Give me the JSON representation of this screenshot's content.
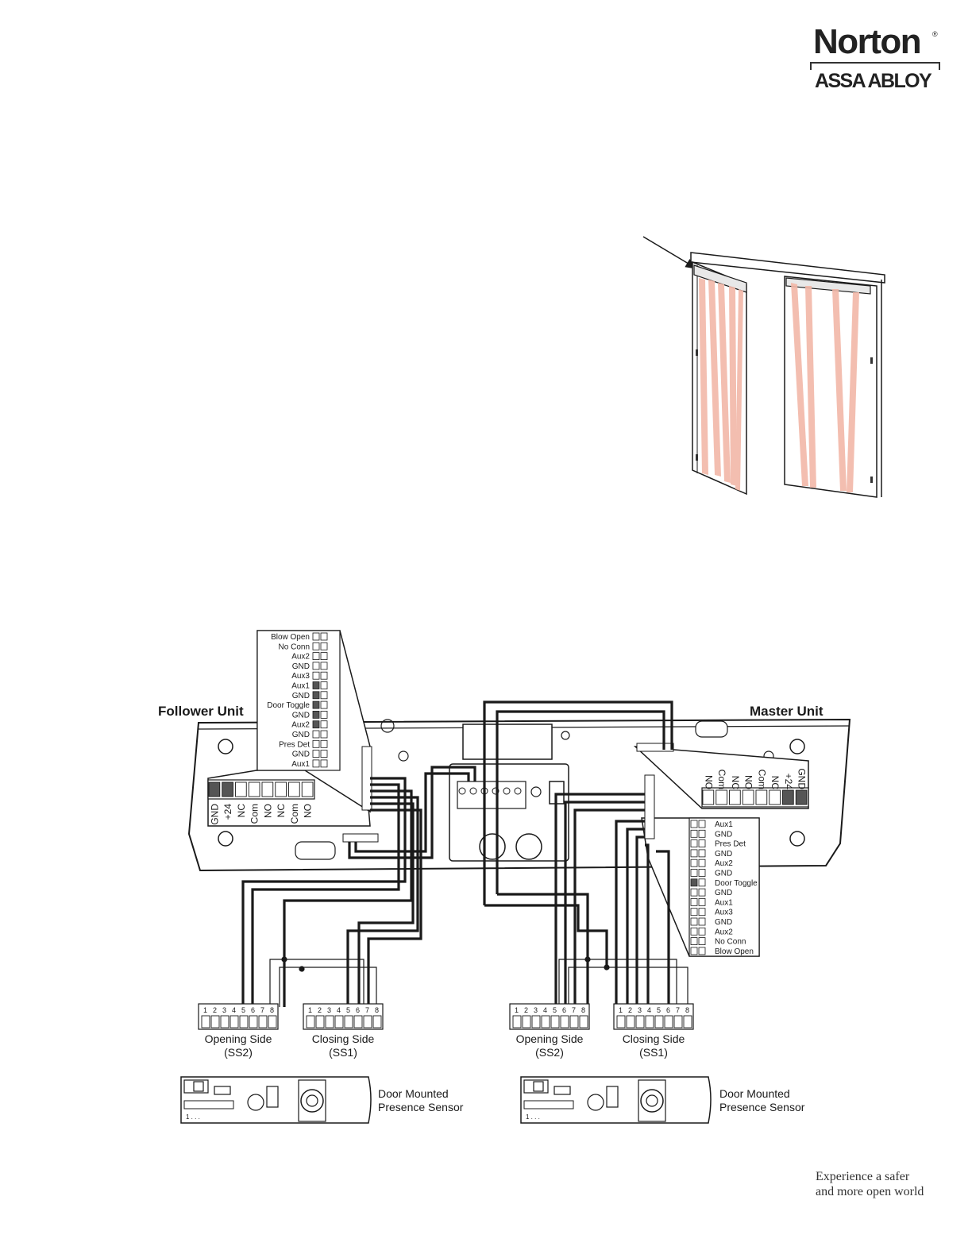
{
  "brand": {
    "name": "Norton",
    "registered_mark": "®",
    "parent": "ASSA ABLOY",
    "tagline_line1": "Experience a safer",
    "tagline_line2": "and more open world"
  },
  "colors": {
    "sensor_beam": "#f2b8a8",
    "ink": "#1a1a1a",
    "terminal_fill_dark": "#555555"
  },
  "units": {
    "follower": "Follower Unit",
    "master": "Master Unit"
  },
  "connector_pins_vertical": [
    "Blow Open",
    "No Conn",
    "Aux2",
    "GND",
    "Aux3",
    "Aux1",
    "GND",
    "Door Toggle",
    "GND",
    "Aux2",
    "GND",
    "Pres Det",
    "GND",
    "Aux1"
  ],
  "follower_terminal_block": [
    "GND",
    "+24",
    "NC",
    "Com",
    "NO",
    "NC",
    "Com",
    "NO"
  ],
  "master_terminal_block": [
    "GND",
    "+24",
    "NC",
    "Com",
    "NO",
    "NC",
    "Com",
    "NO"
  ],
  "sensor_pin_numbers": [
    "1",
    "2",
    "3",
    "4",
    "5",
    "6",
    "7",
    "8"
  ],
  "sensor_connectors": {
    "opening_label": "Opening Side",
    "opening_code": "(SS2)",
    "closing_label": "Closing Side",
    "closing_code": "(SS1)"
  },
  "presence_sensor": {
    "label_line1": "Door Mounted",
    "label_line2": "Presence Sensor",
    "pin_hint": "1 . . ."
  }
}
